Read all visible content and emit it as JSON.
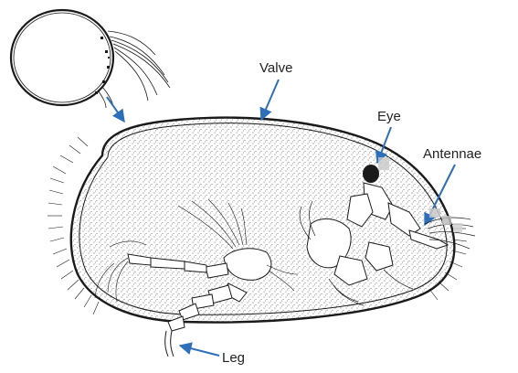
{
  "labels": {
    "valve": "Valve",
    "eye": "Eye",
    "antennae": "Antennae",
    "leg": "Leg"
  },
  "colors": {
    "ink": "#1a1a1a",
    "arrow": "#2d6fb8",
    "stipple": "#444444",
    "blur": "#c8c8c8"
  },
  "icons": {
    "whole_ostracod": "ostracod-shell-icon",
    "arrow": "arrow-icon"
  }
}
